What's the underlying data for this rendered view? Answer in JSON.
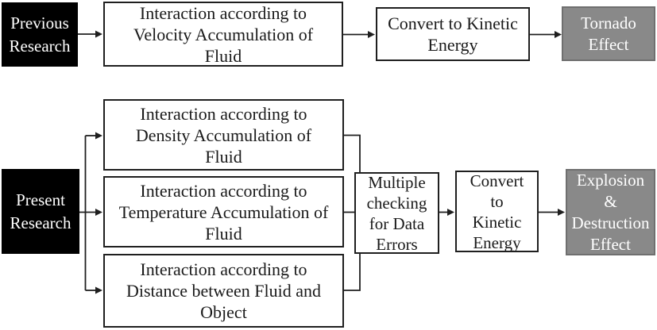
{
  "colors": {
    "research_box_bg": "#000000",
    "research_box_text": "#ffffff",
    "process_box_bg": "#ffffff",
    "process_box_border": "#1f1f1f",
    "process_box_text": "#1a1a1a",
    "effect_box_bg": "#898989",
    "effect_box_border": "#6f6f6f",
    "effect_box_text": "#ffffff",
    "connector_line": "#1f1f1f"
  },
  "previous_row": {
    "research_label": "Previous\nResearch",
    "interaction": "Interaction according to\nVelocity Accumulation of\nFluid",
    "convert": "Convert to Kinetic\nEnergy",
    "effect": "Tornado\nEffect"
  },
  "present_row": {
    "research_label": "Present\nResearch",
    "branch_density": "Interaction according to\nDensity Accumulation of\nFluid",
    "branch_temperature": "Interaction according to\nTemperature Accumulation of\nFluid",
    "branch_distance": "Interaction according to\nDistance between Fluid and\nObject",
    "checking": "Multiple\nchecking\nfor Data\nErrors",
    "convert": "Convert\nto\nKinetic\nEnergy",
    "effect": "Explosion\n&\nDestruction\nEffect"
  }
}
